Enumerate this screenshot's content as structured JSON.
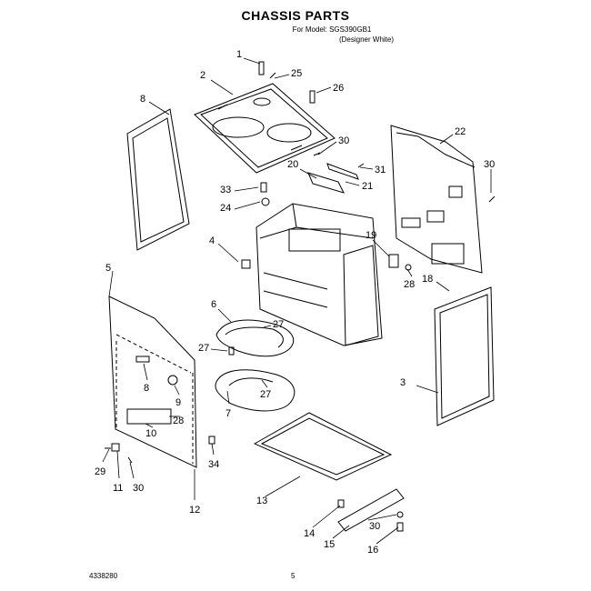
{
  "header": {
    "title": "CHASSIS PARTS",
    "model_line": "For Model: SGS390GB1",
    "color_line": "(Designer White)"
  },
  "footer": {
    "doc_number": "4338280",
    "page_number": "5"
  },
  "callouts": {
    "c1": "1",
    "c2": "2",
    "c25": "25",
    "c26": "26",
    "c8a": "8",
    "c30a": "30",
    "c20": "20",
    "c31": "31",
    "c21": "21",
    "c22": "22",
    "c30b": "30",
    "c33": "33",
    "c24": "24",
    "c4": "4",
    "c19": "19",
    "c28a": "28",
    "c5": "5",
    "c18": "18",
    "c6": "6",
    "c27a": "27",
    "c27b": "27",
    "c8b": "8",
    "c9": "9",
    "c3": "3",
    "c27c": "27",
    "c7": "7",
    "c28b": "28",
    "c10": "10",
    "c29": "29",
    "c11": "11",
    "c30c": "30",
    "c34": "34",
    "c13": "13",
    "c12": "12",
    "c14": "14",
    "c30d": "30",
    "c15": "15",
    "c16": "16"
  }
}
